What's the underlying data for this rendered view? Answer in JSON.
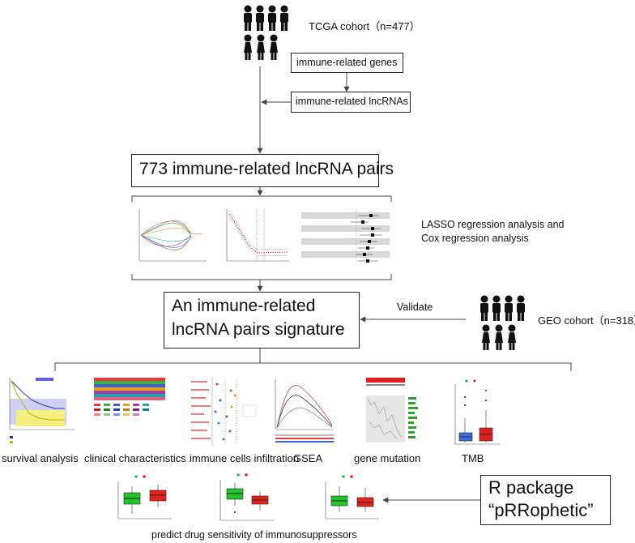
{
  "top": {
    "cohort_label": "TCGA cohort（n=477）",
    "gene_box": "immune-related genes",
    "lnc_box": "immune-related lncRNAs"
  },
  "pairs_box": "773 immune-related lncRNA pairs",
  "lasso_label": {
    "line1": "LASSO regression analysis and",
    "line2": "Cox regression analysis"
  },
  "signature_box": {
    "line1": "An immune-related",
    "line2": "lncRNA pairs signature"
  },
  "validate_label": "Validate",
  "geo_label": "GEO cohort（n=318）",
  "analyses": [
    {
      "id": "survival",
      "label": "survival analysis"
    },
    {
      "id": "clinical",
      "label": "clinical characteristics"
    },
    {
      "id": "immune",
      "label": "immune cells infiltration"
    },
    {
      "id": "gsea",
      "label": "GSEA"
    },
    {
      "id": "mutation",
      "label": "gene mutation"
    },
    {
      "id": "tmb",
      "label": "TMB"
    }
  ],
  "r_package_box": {
    "line1": "R package",
    "line2": "“pRRophetic”"
  },
  "drug_label": "predict drug sensitivity of immunosuppressors",
  "colors": {
    "low_group": "#22c42a",
    "high_group": "#e8201a",
    "tmb_low": "#3a6fd8",
    "tmb_high": "#e02020",
    "line": "#444444"
  }
}
